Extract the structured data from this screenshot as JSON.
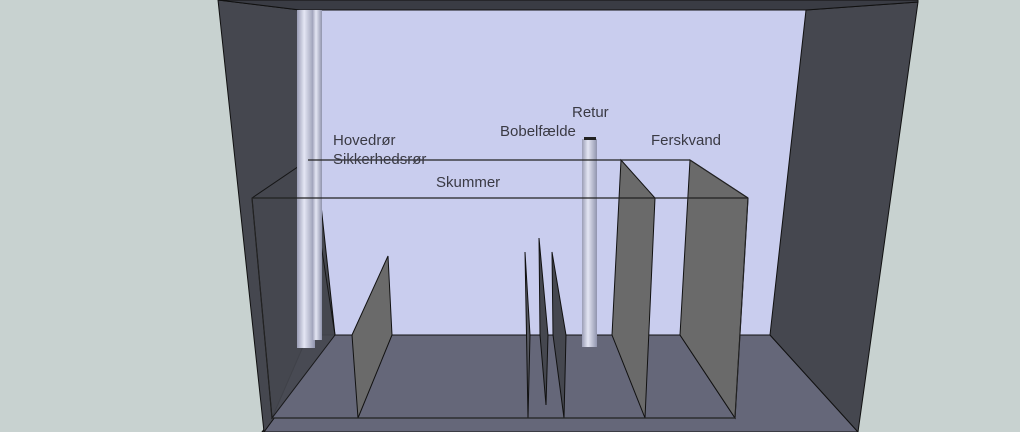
{
  "labels": {
    "main_pipe": "Hovedrør",
    "safety_pipe": "Sikkerhedsrør",
    "skimmer": "Skummer",
    "bubble_trap": "Bobelfælde",
    "return": "Retur",
    "fresh_water": "Ferskvand"
  },
  "colors": {
    "background": "#c8d2d0",
    "side_walls": "#45474f",
    "back_wall": "#c9cdee",
    "floor": "#656779",
    "baffles": "#6a6a6a",
    "pipes": "#c4c8e0"
  }
}
